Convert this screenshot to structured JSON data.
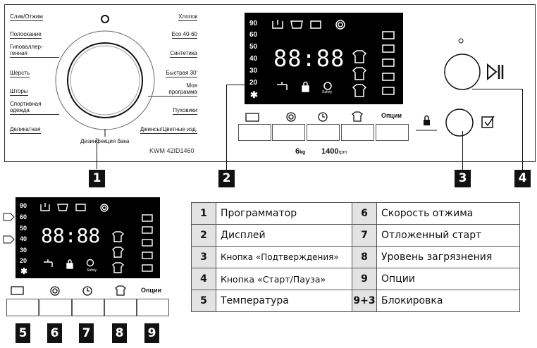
{
  "programmer": {
    "left_labels": [
      "Слив/Отжим",
      "Полоскание",
      "Гиповаллер-\nгенная",
      "Шерсть",
      "Шторы",
      "Спортивная\nодежда",
      "Деликатная"
    ],
    "right_labels": [
      "Хлопок",
      "Eco 40-60",
      "Синтетика",
      "Быстрая 30'",
      "Моя\nпрограмма",
      "Пуховики",
      "Джинсы/Цветные изд."
    ],
    "bottom_label": "Дезинфекция бака",
    "model": "KWM 42ID1460"
  },
  "display": {
    "temps": [
      "90",
      "60",
      "50",
      "40",
      "30",
      "20",
      "✱"
    ],
    "digits": "88:88",
    "safety": "Safety",
    "options_label": "Опции",
    "spin_value": "6",
    "spin_kg": "kg",
    "rpm_value": "1400",
    "rpm_unit": "rpm"
  },
  "callouts": [
    "1",
    "2",
    "3",
    "4",
    "5",
    "6",
    "7",
    "8",
    "9"
  ],
  "legend": [
    {
      "n1": "1",
      "d1": "Программатор",
      "n2": "6",
      "d2": "Скорость отжима"
    },
    {
      "n1": "2",
      "d1": "Дисплей",
      "n2": "7",
      "d2": "Отложенный старт"
    },
    {
      "n1": "3",
      "d1": "Кнопка «Подтверждения»",
      "n2": "8",
      "d2": "Уровень загрязнения"
    },
    {
      "n1": "4",
      "d1": "Кнопка «Старт/Пауза»",
      "n2": "9",
      "d2": "Опции"
    },
    {
      "n1": "5",
      "d1": "Температура",
      "n2": "9+3",
      "d2": "Блокировка"
    }
  ],
  "icons": [
    "tub-icon",
    "drop-icon",
    "wash-icon",
    "spin-icon",
    "tap-icon",
    "lock-icon",
    "shirt-icon",
    "clock-icon",
    "play-pause-icon",
    "checkbox-icon",
    "temp-icon"
  ]
}
